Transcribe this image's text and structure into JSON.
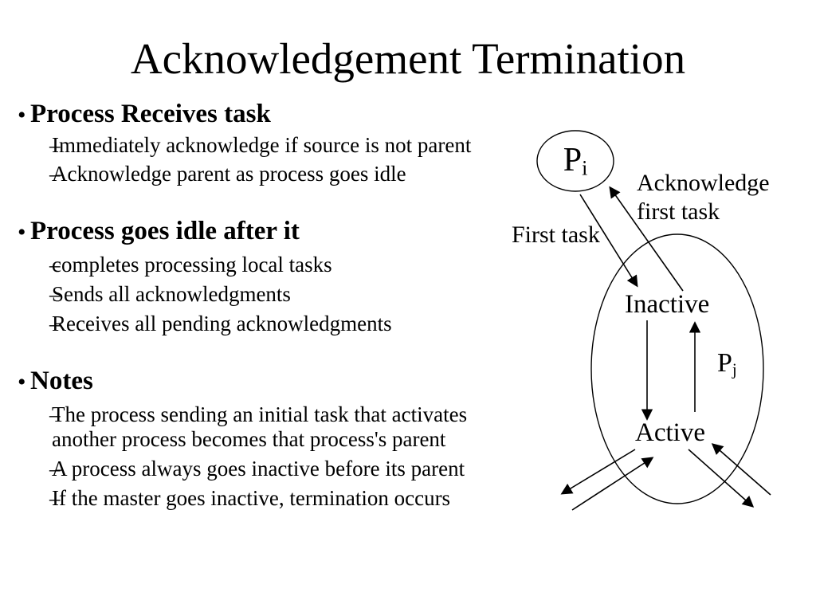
{
  "slide": {
    "title": "Acknowledgement Termination",
    "markers": {
      "level1": "•",
      "level2": "–"
    },
    "sections": [
      {
        "heading": "Process Receives task",
        "items": [
          {
            "lines": [
              "Immediately acknowledge if source is not parent"
            ]
          },
          {
            "lines": [
              "Acknowledge parent as process goes idle"
            ]
          }
        ]
      },
      {
        "heading": "Process goes idle after it",
        "items": [
          {
            "lines": [
              "completes processing local tasks"
            ]
          },
          {
            "lines": [
              "Sends all acknowledgments"
            ]
          },
          {
            "lines": [
              "Receives all pending acknowledgments"
            ]
          }
        ]
      },
      {
        "heading": "Notes",
        "items": [
          {
            "lines": [
              "The process sending an initial task that activates",
              "another process becomes that process's parent"
            ]
          },
          {
            "lines": [
              "A process always goes inactive before its parent"
            ]
          },
          {
            "lines": [
              "If the master goes inactive, termination occurs"
            ]
          }
        ]
      }
    ]
  },
  "diagram": {
    "process_i": {
      "base": "P",
      "subscript": "i"
    },
    "process_j": {
      "base": "P",
      "subscript": "j"
    },
    "state_top": "Inactive",
    "state_bottom": "Active",
    "edge_label_first_task": "First task",
    "edge_label_ack": {
      "lines": [
        "Acknowledge",
        "first task"
      ]
    }
  },
  "colors": {
    "background": "#ffffff",
    "text": "#000000",
    "line": "#000000"
  }
}
